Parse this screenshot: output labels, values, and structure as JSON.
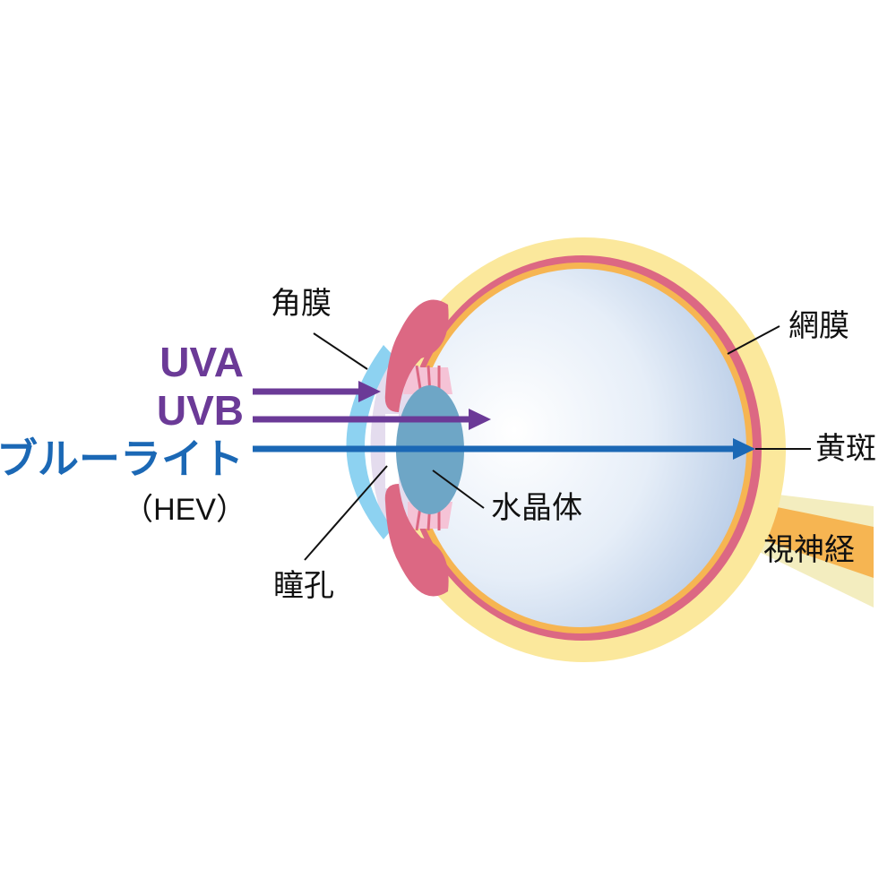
{
  "labels": {
    "cornea": "角膜",
    "retina": "網膜",
    "macula": "黄斑",
    "lens": "水晶体",
    "pupil": "瞳孔",
    "optic_nerve": "視神経"
  },
  "rays": {
    "uva": "UVA",
    "uvb": "UVB",
    "blue_light": "ブルーライト",
    "hev": "（HEV）"
  },
  "colors": {
    "uv": "#6b3a97",
    "blue_light": "#1b68b5",
    "sclera": "#fbe89c",
    "choroid": "#dc6883",
    "retina": "#f6b552",
    "cornea": "#8dd2f1",
    "lens": "#6ea6c6"
  }
}
